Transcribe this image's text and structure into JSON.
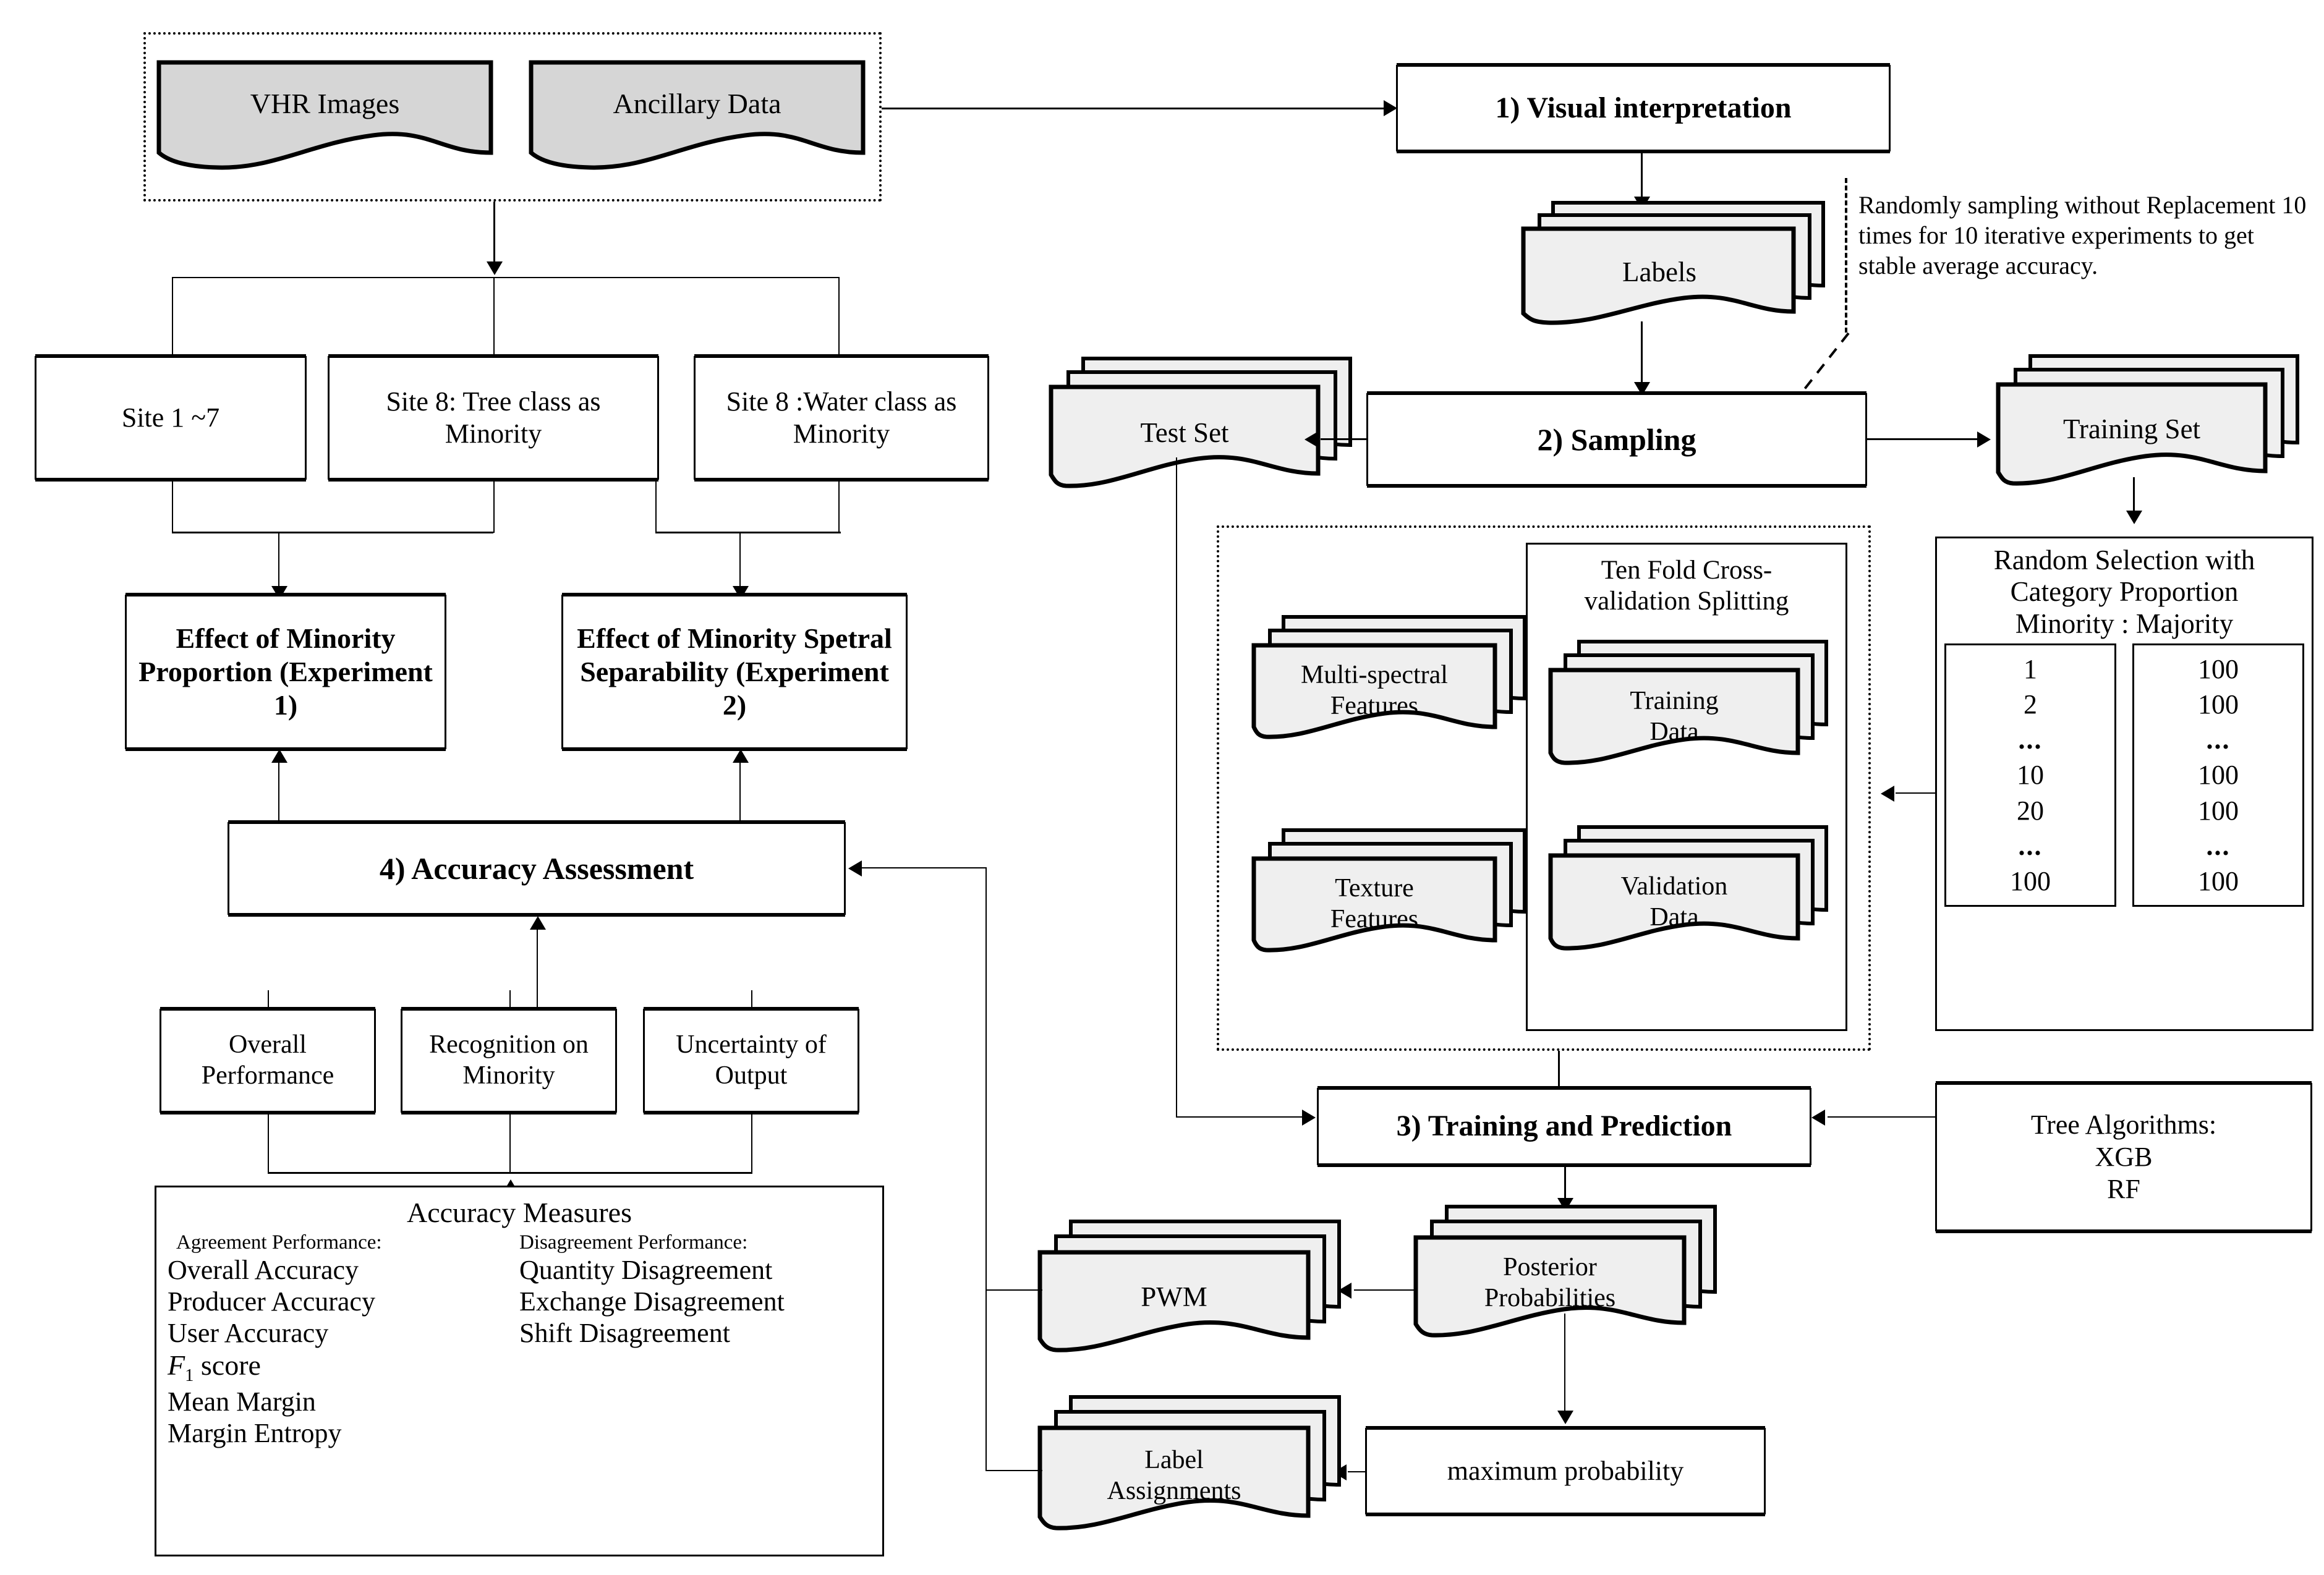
{
  "diagram": {
    "title": "Methodology flowchart for minority class classification experiments",
    "colors": {
      "line": "#000000",
      "doc_fill": "#efefef",
      "doc_fill_dark": "#d6d6d6",
      "background": "#ffffff"
    }
  },
  "inputs": {
    "group_label": "data-sources-group",
    "vhr_images": "VHR Images",
    "ancillary_data": "Ancillary Data"
  },
  "steps": {
    "step1": "1) Visual interpretation",
    "step2": "2) Sampling",
    "step3": "3) Training and Prediction",
    "step4": "4) Accuracy Assessment"
  },
  "artifacts": {
    "labels": "Labels",
    "test_set": "Test Set",
    "training_set": "Training Set",
    "multi_spectral_features": "Multi-spectral\nFeatures",
    "texture_features": "Texture\nFeatures",
    "training_data": "Training\nData",
    "validation_data": "Validation\nData",
    "posterior_probabilities": "Posterior\nProbabilities",
    "pwm": "PWM",
    "label_assignments": "Label\nAssignments"
  },
  "annotations": {
    "sampling_note": "Randomly sampling without Replacement 10 times for 10 iterative experiments to get stable average accuracy.",
    "cv_box_title": "Ten Fold Cross-validation Splitting"
  },
  "sites": {
    "site_1_7": "Site 1 ~7",
    "site8_tree": "Site 8: Tree class as Minority",
    "site8_water": "Site 8 :Water class as Minority"
  },
  "experiments": {
    "exp1": "Effect of Minority Proportion (Experiment 1)",
    "exp2": "Effect of Minority Spetral Separability (Experiment 2)"
  },
  "assessment_aspects": {
    "overall": "Overall Performance",
    "minority": "Recognition on Minority",
    "uncertainty": "Uncertainty of Output"
  },
  "accuracy_measures": {
    "title": "Accuracy Measures",
    "agreement_header": "Agreement Performance:",
    "disagreement_header": "Disagreement Performance:",
    "agreement_items": [
      "Overall Accuracy",
      "Producer Accuracy",
      "User Accuracy"
    ],
    "f1_prefix": "F",
    "f1_sub": "1",
    "f1_suffix": " score",
    "agreement_items_tail": [
      "Mean Margin",
      "Margin Entropy"
    ],
    "disagreement_items": [
      "Quantity Disagreement",
      "Exchange Disagreement",
      "Shift Disagreement"
    ]
  },
  "proportion": {
    "title_line1": "Random Selection with",
    "title_line2": "Category Proportion",
    "title_line3": "Minority : Majority",
    "minority_values": [
      "1",
      "2",
      "...",
      "10",
      "20",
      "...",
      "100"
    ],
    "majority_values": [
      "100",
      "100",
      "...",
      "100",
      "100",
      "...",
      "100"
    ]
  },
  "algorithms": {
    "header": "Tree Algorithms:",
    "items": [
      "XGB",
      "RF"
    ]
  },
  "prediction": {
    "maximum_probability": "maximum probability"
  }
}
